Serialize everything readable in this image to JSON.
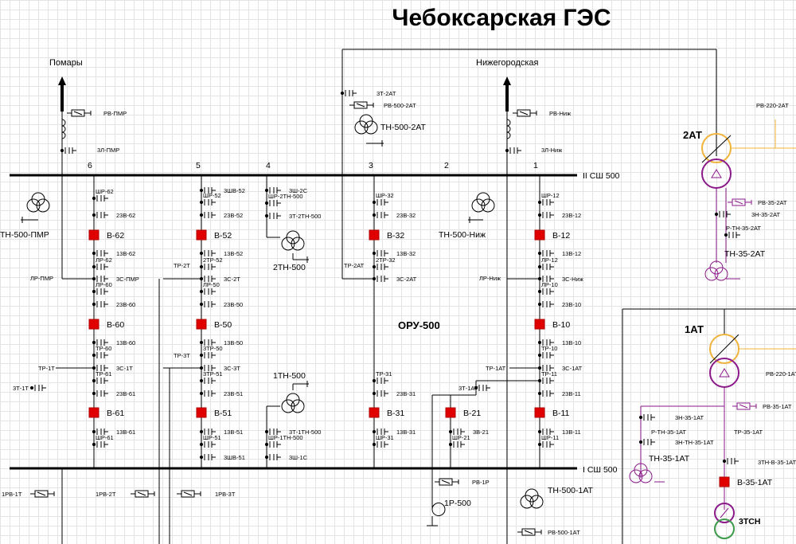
{
  "title": "Чебоксарская ГЭС",
  "section_label": "ОРУ-500",
  "buses": {
    "upper": "II СШ 500",
    "lower": "I СШ 500"
  },
  "columns": [
    "6",
    "5",
    "4",
    "3",
    "2",
    "1"
  ],
  "lines": {
    "pomary": "Помары",
    "nizhegorodskaya": "Нижегородская"
  },
  "breakers": [
    "В-62",
    "В-52",
    "В-32",
    "В-12",
    "В-60",
    "В-50",
    "В-10",
    "В-61",
    "В-51",
    "В-31",
    "В-21",
    "В-11",
    "В-35-1АТ"
  ],
  "transformers": {
    "tn500pmr": "ТН-500-ПМР",
    "tn500nizh": "ТН-500-Ниж",
    "t2tn500": "2ТН-500",
    "t1tn500": "1ТН-500",
    "tn500_2at": "ТН-500-2АТ",
    "tn500_1at": "ТН-500-1АТ",
    "at2": "2АТ",
    "at1": "1АТ",
    "tn35_2at": "ТН-35-2АТ",
    "tn35_1at": "ТН-35-1АТ",
    "tsn3": "3ТСН",
    "r1_500": "1Р-500"
  },
  "small_labels": {
    "rv_pmr": "РВ-ПМР",
    "zl_pmr": "3Л-ПМР",
    "rv_nizh": "РВ-Ниж",
    "zl_nizh": "3Л-Ниж",
    "zt_2at": "3Т-2АТ",
    "rb500_2at": "РВ-500-2АТ",
    "rb220_2at": "РВ-220-2АТ",
    "sh62": "ШР-62",
    "zv62_2": "23В-62",
    "zv62_1": "13В-62",
    "lr62": "ЛР-62",
    "zs_pmr": "3С-ПМР",
    "lr_pmr": "ЛР-ПМР",
    "lr60": "ЛР-60",
    "zv60_2": "23В-60",
    "zv60_1": "13В-60",
    "tr60": "ТР-60",
    "zs1t": "3С-1Т",
    "tr1t": "ТР-1Т",
    "zt1t": "3Т-1Т",
    "tr61": "ТР-61",
    "zv61_2": "23В-61",
    "zv61_1": "13В-61",
    "sh61": "ШР-61",
    "zv52_z": "3ШВ-52",
    "sh52": "ШР-52",
    "zv52_2": "23В-52",
    "zv52_1": "13В-52",
    "tr52": "2ТР-52",
    "zs2t": "3С-2Т",
    "tr2t": "ТР-2Т",
    "lr50": "ЛР-50",
    "zv50_2": "23В-50",
    "zv50_1": "13В-50",
    "tr50": "3ТР-50",
    "zs3t": "3С-3Т",
    "tr3t": "ТР-3Т",
    "tr51": "3ТР-51",
    "zv51_2": "23В-51",
    "zv51_1": "13В-51",
    "sh51": "ШР-51",
    "zv51_z": "3ШВ-51",
    "zsh2s": "3Ш-2С",
    "sh2tn": "ШР-2ТН-500",
    "zt2tn": "3Т-2ТН-500",
    "zt1tn": "3Т-1ТН-500",
    "sh1tn": "ШР-1ТН-500",
    "zsh1s": "3Ш-1С",
    "sh32": "ШР-32",
    "zv32_2": "23В-32",
    "zv32_1": "13В-32",
    "tr32": "2ТР-32",
    "zs2at": "3С-2АТ",
    "tr2at": "ТР-2АТ",
    "tr31": "ТР-31",
    "zv31_2": "23В-31",
    "zv31_1": "13В-31",
    "sh31": "ШР-31",
    "zt1at": "3Т-1АТ",
    "zv21": "3В-21",
    "sh21": "ШР-21",
    "sh12": "ШР-12",
    "zv12_2": "23В-12",
    "zv12_1": "13В-12",
    "lr12": "ЛР-12",
    "zs_nizh": "3С-Ниж",
    "lr_nizh": "ЛР-Ниж",
    "lr10": "ЛР-10",
    "zv10_2": "23В-10",
    "zv10_1": "13В-10",
    "tr10": "ТР-10",
    "zs1at": "3С-1АТ",
    "tr1at": "ТР-1АТ",
    "tr11": "ТР-11",
    "zv11_2": "23В-11",
    "zv11_1": "13В-11",
    "sh11": "ШР-11",
    "rv1p": "РВ-1Р",
    "rb500_1at": "РВ-500-1АТ",
    "rv1t": "1РВ-1Т",
    "rv2t": "1РВ-2Т",
    "rv3t": "1РВ-3Т",
    "rb35_2at": "РВ-35-2АТ",
    "zn35_2at": "3Н-35-2АТ",
    "rtn35_2at": "Р-ТН-35-2АТ",
    "rb220_1at": "РВ-220-1АТ",
    "rb35_1at": "РВ-35-1АТ",
    "zn35_1at": "3Н-35-1АТ",
    "rtn35_1at": "Р-ТН-35-1АТ",
    "znth35_1at": "3Н-ТН-35-1АТ",
    "tr35_1at": "ТР-35-1АТ",
    "ztnv35_1at": "3ТН-В-35-1АТ"
  },
  "colors": {
    "line": "#000000",
    "breaker": "#e00000",
    "at_yellow": "#f0b43c",
    "at_purple": "#8a1a8a",
    "tsn_green": "#3a9a4a",
    "grid": "#e4e4e4"
  }
}
